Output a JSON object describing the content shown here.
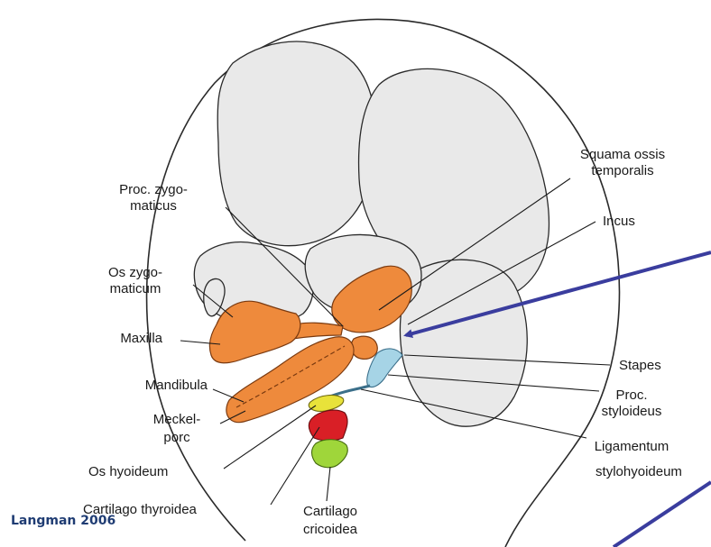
{
  "labels": {
    "squama_line1": "Squama ossis",
    "squama_line2": "temporalis",
    "proc_zygo_line1": "Proc. zygo-",
    "proc_zygo_line2": "maticus",
    "incus": "Incus",
    "os_zygo_line1": "Os zygo-",
    "os_zygo_line2": "maticum",
    "maxilla": "Maxilla",
    "mandibula": "Mandibula",
    "stapes": "Stapes",
    "proc_stylo_line1": "Proc.",
    "proc_stylo_line2": "styloideus",
    "meckel_line1": "Meckel-",
    "meckel_line2": "porc",
    "ligamentum_line1": "Ligamentum",
    "ligamentum_line2": "stylohyoideum",
    "os_hyoideum": "Os hyoideum",
    "cart_thyroidea": "Cartilago thyroidea",
    "cart_cricoidea_line1": "Cartilago",
    "cart_cricoidea_line2": "cricoidea"
  },
  "credit": "Langman 2006",
  "colors": {
    "bone_orange": "#ee8a3c",
    "hyoid_yellow": "#e8e23a",
    "thyroid_red": "#d91f26",
    "cricoid_green": "#9fd63a",
    "stylo_blue": "#a6d4e6",
    "arrow_blue": "#3a3d9e",
    "credit_blue": "#1f3c73"
  }
}
